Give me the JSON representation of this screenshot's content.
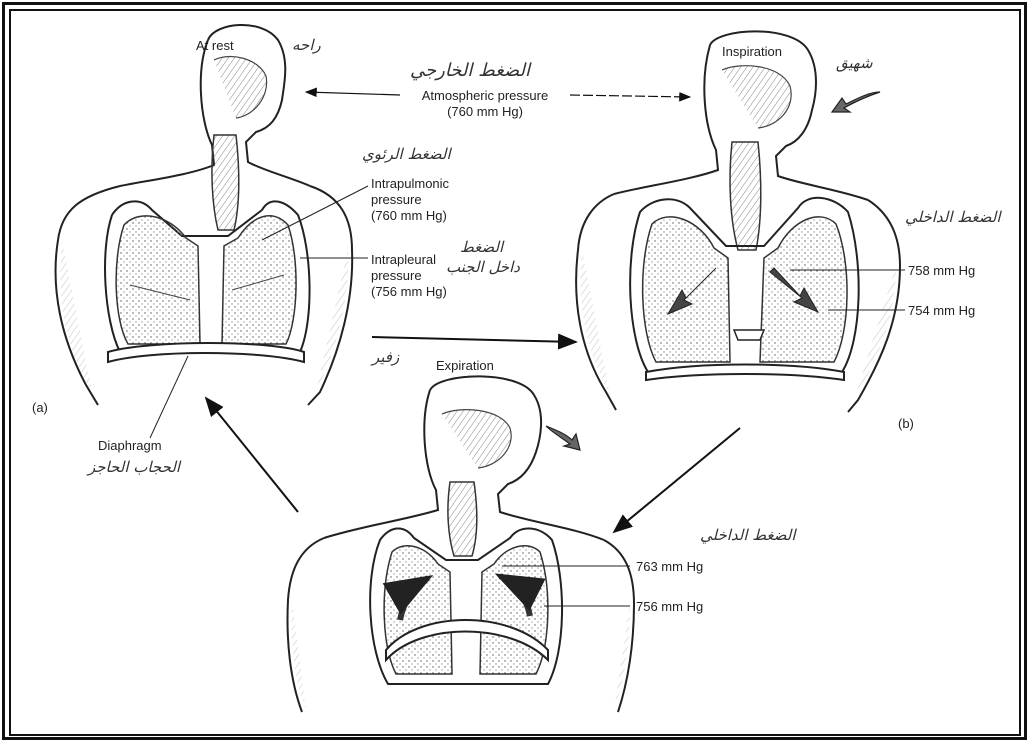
{
  "panel_labels": {
    "a": "(a)",
    "b": "(b)"
  },
  "titles": {
    "at_rest": "At rest",
    "inspiration": "Inspiration",
    "expiration": "Expiration"
  },
  "labels": {
    "atmospheric_line1": "Atmospheric pressure",
    "atmospheric_line2": "(760 mm Hg)",
    "intrapulmonic_line1": "Intrapulmonic",
    "intrapulmonic_line2": "pressure",
    "intrapulmonic_line3": "(760 mm Hg)",
    "intrapleural_line1": "Intrapleural",
    "intrapleural_line2": "pressure",
    "intrapleural_line3": "(756 mm Hg)",
    "diaphragm": "Diaphragm",
    "insp_pulmonic": "758 mm Hg",
    "insp_pleural": "754 mm Hg",
    "exp_pulmonic": "763 mm Hg",
    "exp_pleural": "756 mm Hg"
  },
  "arabic_notes": {
    "rest": "راحه",
    "atmospheric": "الضغط الخارجي",
    "intrapulmonic": "الضغط الرئوي",
    "intrapleural_1": "الضغط",
    "intrapleural_2": "داخل الجنب",
    "diaphragm": "الحجاب الحاجز",
    "inspiration": "شهيق",
    "insp_pleural": "الضغط الداخلي",
    "expiration": "زفير",
    "exp_pressure": "الضغط الداخلي"
  }
}
